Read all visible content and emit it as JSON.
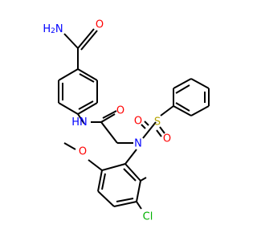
{
  "labels": {
    "amide_n": "H",
    "amide_n_sub": "2",
    "amide_n_N": "N",
    "amide_o": "O",
    "nh_n": "N",
    "nh_h": "H",
    "carbonyl_o": "O",
    "sulfonamide_n": "N",
    "sulfur": "S",
    "sulfonyl_o1": "O",
    "sulfonyl_o2": "O",
    "ether_o": "O",
    "chlorine": "Cl"
  },
  "colors": {
    "nitrogen": "#0000ff",
    "oxygen": "#ff0000",
    "sulfur": "#b5a400",
    "chlorine": "#00b000",
    "bond": "#000000"
  }
}
